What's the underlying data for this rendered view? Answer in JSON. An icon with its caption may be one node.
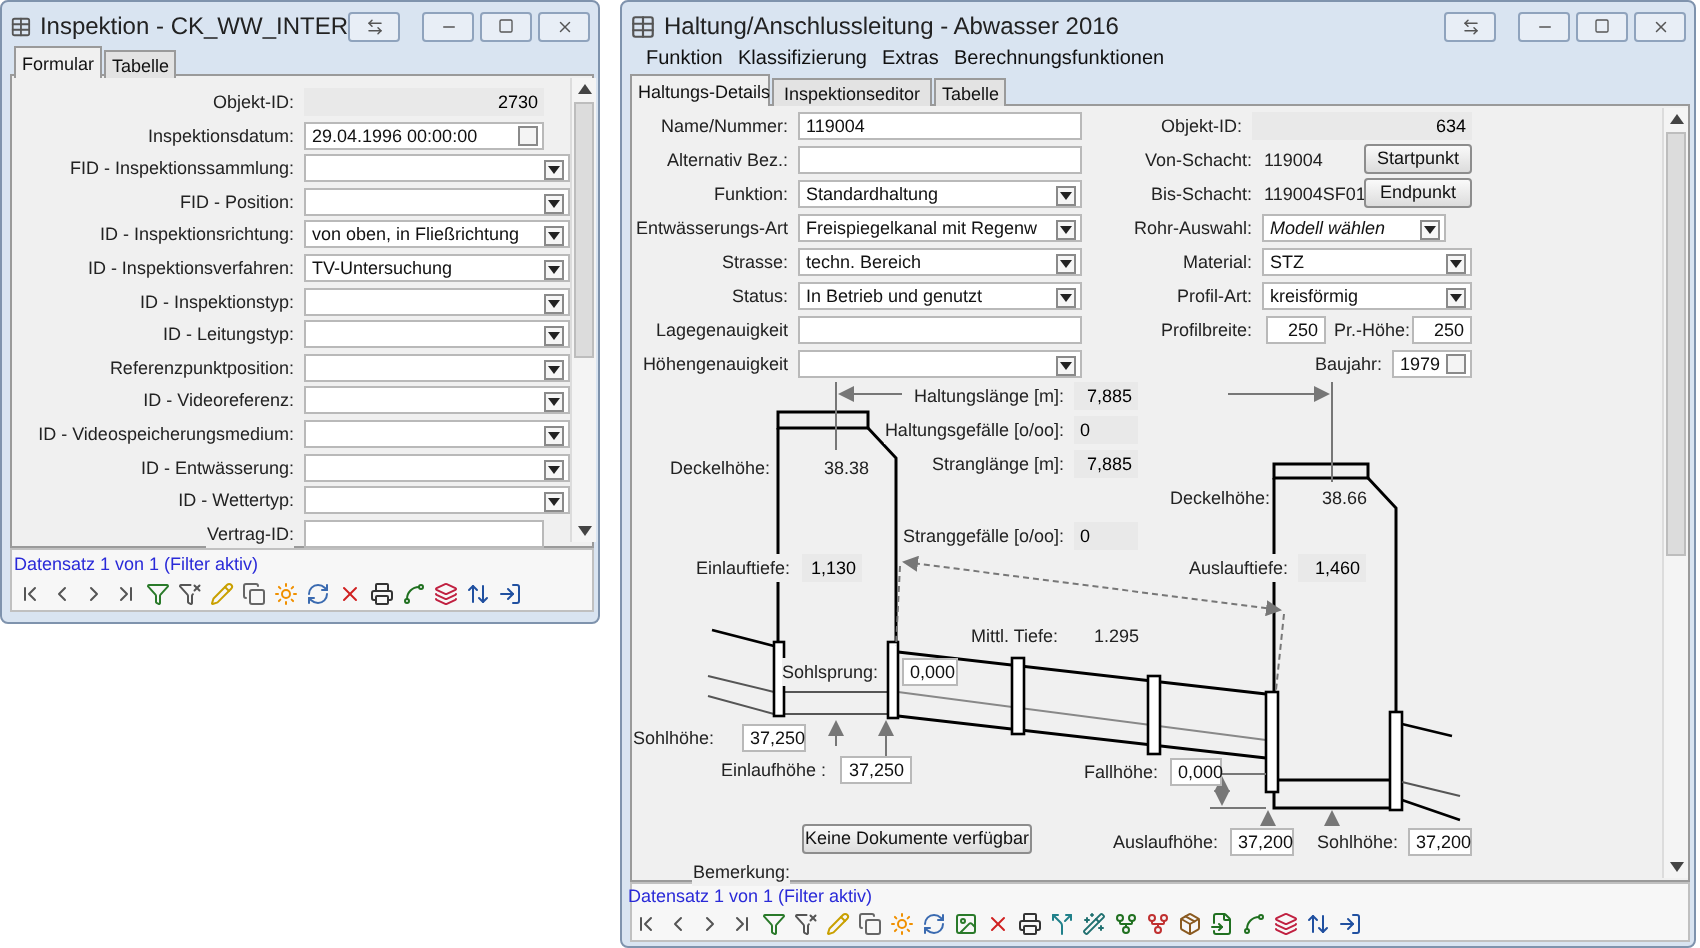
{
  "diagram": {
    "nodes": [
      {
        "text": [
          "Inspektion - CK_WW_INTER"
        ]
      },
      {
        "text": [
          "Haltung/Anschlussleitung - Abwasser 2016"
        ]
      }
    ],
    "labels": [
      "Formular",
      "Tabelle",
      "Objekt-ID:",
      "2730",
      "Inspektionsdatum:",
      "29.04.1996 00:00:00",
      "FID - Inspektionssammlung:",
      "FID - Position:",
      "ID - Inspektionsrichtung:",
      "von oben, in Fließrichtung",
      "ID - Inspektionsverfahren:",
      "TV-Untersuchung",
      "ID - Inspektionstyp:",
      "ID - Leitungstyp:",
      "Referenzpunktposition:",
      "ID - Videoreferenz:",
      "ID - Videospeicherungsmedium:",
      "ID - Entwässerung:",
      "ID - Wettertyp:",
      "Vertrag-ID:",
      "Datensatz 1 von 1 (Filter aktiv)",
      "Funktion",
      "Klassifizierung",
      "Extras",
      "Berechnungsfunktionen",
      "Haltungs-Details",
      "Inspektionseditor",
      "Tabelle",
      "Name/Nummer:",
      "119004",
      "Alternativ Bez.:",
      "Funktion:",
      "Standardhaltung",
      "Entwässerungs-Art",
      "Freispiegelkanal mit Regenw",
      "Strasse:",
      "techn. Bereich",
      "Status:",
      "In Betrieb und genutzt",
      "Lagegenauigkeit",
      "Höhengenauigkeit",
      "Objekt-ID:",
      "634",
      "Von-Schacht:",
      "119004",
      "Startpunkt",
      "Bis-Schacht:",
      "119004SF01",
      "Endpunkt",
      "Rohr-Auswahl:",
      "Modell wählen",
      "Material:",
      "STZ",
      "Profil-Art:",
      "kreisförmig",
      "Profilbreite:",
      "250",
      "Pr.-Höhe:",
      "250",
      "Baujahr:",
      "1979",
      "Haltungslänge [m]:",
      "7,885",
      "Haltungsgefälle [o/oo]:",
      "0",
      "Deckelhöhe:",
      "38.38",
      "Stranglänge [m]:",
      "7,885",
      "Deckelhöhe:",
      "38.66",
      "Stranggefälle [o/oo]:",
      "0",
      "Einlauftiefe:",
      "1,130",
      "Auslauftiefe:",
      "1,460",
      "Mittl. Tiefe:",
      "1.295",
      "Sohlsprung:",
      "0,000",
      "Sohlhöhe:",
      "37,250",
      "Einlaufhöhe :",
      "37,250",
      "Fallhöhe:",
      "0,000",
      "Keine Dokumente verfügbar",
      "Auslaufhöhe:",
      "37,200",
      "Sohlhöhe:",
      "37,200",
      "Bemerkung:",
      "Datensatz 1 von 1 (Filter aktiv)"
    ]
  }
}
